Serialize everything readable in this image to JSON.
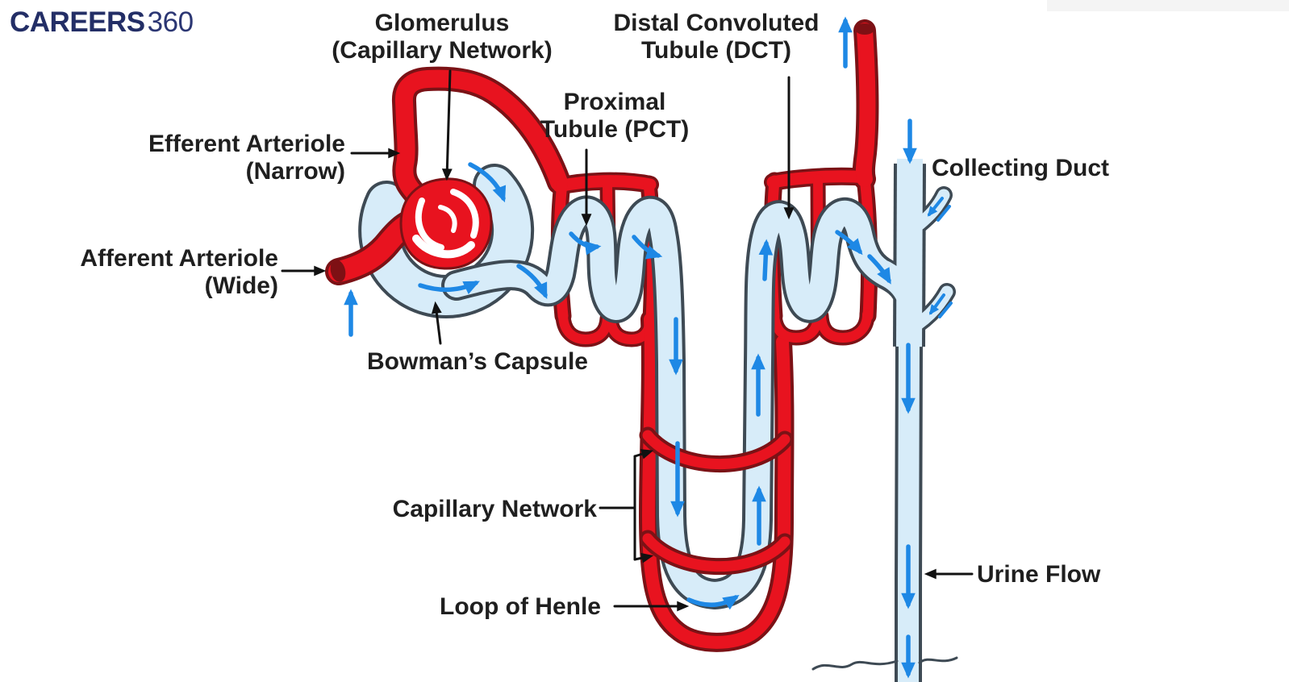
{
  "logo": {
    "brand_bold": "CAREERS",
    "brand_light": "360"
  },
  "colors": {
    "vessel_red": "#e8131f",
    "vessel_red_outline": "#7b1216",
    "vessel_red_cap": "#7e1014",
    "tubule_fill": "#d7ecf9",
    "tubule_outline": "#3e4a54",
    "flow_arrow_blue": "#1e88e5",
    "leader_black": "#111111",
    "label_text": "#1f1f1f",
    "logo_navy": "#232e66",
    "background": "#ffffff"
  },
  "labels": {
    "glomerulus_line1": "Glomerulus",
    "glomerulus_line2": "(Capillary Network)",
    "dct_line1": "Distal Convoluted",
    "dct_line2": "Tubule (DCT)",
    "pct_line1": "Proximal",
    "pct_line2": "Tubule (PCT)",
    "efferent_line1": "Efferent Arteriole",
    "efferent_line2": "(Narrow)",
    "afferent_line1": "Afferent Arteriole",
    "afferent_line2": "(Wide)",
    "bowmans": "Bowman’s Capsule",
    "collecting_duct": "Collecting Duct",
    "capillary_network": "Capillary Network",
    "loop_of_henle": "Loop of Henle",
    "urine_flow": "Urine Flow"
  }
}
